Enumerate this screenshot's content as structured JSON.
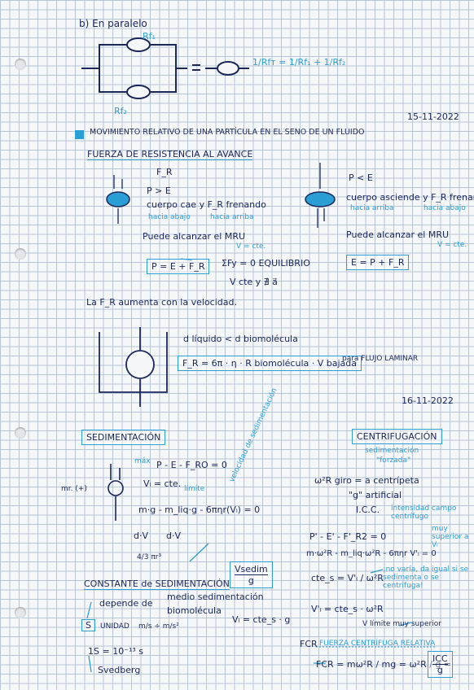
{
  "header": {
    "section_b": "b) En paralelo",
    "rf1_label": "Rf₁",
    "rf2_label": "Rf₂",
    "equiv_formula": "1/Rfᴛ = 1/Rf₁ + 1/Rf₂",
    "date1": "15-11-2022"
  },
  "section1": {
    "title": "MOVIMIENTO RELATIVO DE UNA PARTÍCULA EN EL SENO DE UN FLUIDO",
    "subtitle": "FUERZA DE RESISTENCIA AL AVANCE",
    "left": {
      "fr": "F_R",
      "cond": "P > E",
      "line1": "cuerpo cae y F_R frenando",
      "note1": "hacia abajo",
      "note2": "hacia arriba",
      "mru": "Puede alcanzar el MRU",
      "vcte": "V = cte.",
      "eq": "P = E + F_R",
      "equil": "ΣFy = 0  EQUILIBRIO",
      "vc": "V cte  y  ∄ a⃗"
    },
    "right": {
      "cond": "P < E",
      "line1": "cuerpo asciende y F_R frenando",
      "note1": "hacia arriba",
      "note2": "hacia abajo",
      "mru": "Puede alcanzar el MRU",
      "vcte": "V = cte.",
      "eq": "E = P + F_R"
    },
    "vel_note": "La F_R aumenta con la velocidad.",
    "diam": "d líquido < d biomolécula",
    "stokes": "F_R = 6π · η · R biomolécula · V bajada",
    "laminar": "para FLUJO LAMINAR",
    "date2": "16-11-2022"
  },
  "sediment": {
    "title": "SEDIMENTACIÓN",
    "maxlabel": "máx",
    "mru": "mr. (+)",
    "eq1": "P - E - F_RO = 0",
    "vl": "Vₗ = cte.",
    "limite": "límite",
    "eq2": "m·g - m_liq·g - 6πηr(Vₗ) = 0",
    "dv1": "d·V",
    "dv2": "d·V",
    "vol": "4/3 πr³",
    "rotated": "velocidad de sedimentación",
    "constante": "CONSTANTE de SEDIMENTACIÓN",
    "ratio_top": "Vsedim",
    "ratio_bot": "g",
    "depende": "depende de",
    "medio": "medio sedimentación",
    "biomol": "biomolécula",
    "vl_eq": "Vₗ = cte_s · g",
    "unidad_s": "S",
    "unidad": "UNIDAD",
    "unit_frac": "m/s ÷ m/s²",
    "svedberg_val": "1S = 10⁻¹³ s",
    "svedberg": "Svedberg"
  },
  "centrif": {
    "title": "CENTRIFUGACIÓN",
    "sub1": "sedimentación",
    "sub2": "\"forzada\"",
    "acc": "ω²R giro = a centrípeta",
    "gart": "\"g\" artificial",
    "icc": "I.C.C.",
    "icc_note": "intensidad campo centrífugo",
    "eq1": "P' - E' - F'_R2 = 0",
    "eq2": "m·ω²R - m_liq·ω²R - 6πηr V'ₗ = 0",
    "muy_sup": "muy superior a Vₗ",
    "cte_eq": "cte_s = V'ₗ / ω²R",
    "no_varia": "¡no varía, da igual si se sedimenta o se centrifuga!",
    "vl2": "V'ₗ = cte_s · ω²R",
    "vlimite": "V límite muy superior",
    "fcr_label": "FCR",
    "fcr_title": "FUERZA CENTRÍFUGA RELATIVA",
    "fcr_eq": "FCR = mω²R / mg = ω²R / g =",
    "icc_top": "ICC",
    "icc_bot": "g"
  }
}
